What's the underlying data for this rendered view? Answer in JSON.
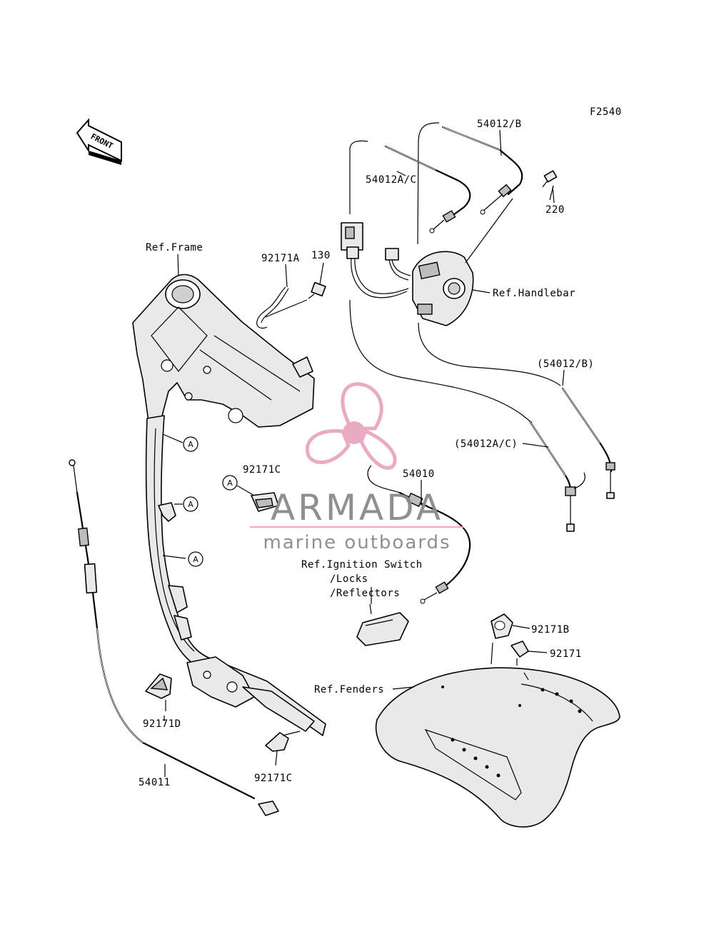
{
  "figure_code": "F2540",
  "front_label": "FRONT",
  "parts": {
    "p54012B": "54012/B",
    "p54012AC": "54012A/C",
    "p220": "220",
    "p130": "130",
    "p92171A": "92171A",
    "p92171C_top": "92171C",
    "p54010": "54010",
    "p54012B_ref": "(54012/B)",
    "p54012AC_ref": "(54012A/C)",
    "p92171B": "92171B",
    "p92171": "92171",
    "p92171D": "92171D",
    "p92171C_bottom": "92171C",
    "p54011": "54011"
  },
  "refs": {
    "frame": "Ref.Frame",
    "handlebar": "Ref.Handlebar",
    "ignition_1": "Ref.Ignition Switch",
    "ignition_2": "/Locks",
    "ignition_3": "/Reflectors",
    "fenders": "Ref.Fenders"
  },
  "callout_letter": "A",
  "watermark": {
    "brand": "ARMADA",
    "tagline": "marine outboards",
    "color_pink": "#e8a7c0",
    "color_gray": "#8a8a8a"
  }
}
